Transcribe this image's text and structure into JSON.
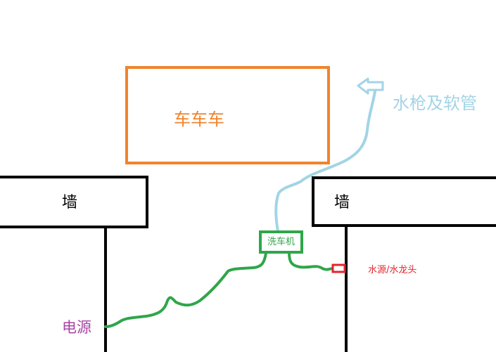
{
  "colors": {
    "car": "#f0842c",
    "hose": "#a3d4e6",
    "wall": "#000000",
    "washer": "#2fa64a",
    "cable": "#2fa64a",
    "water": "#e2242c",
    "power": "#a844a4"
  },
  "labels": {
    "car": "车车车",
    "hose": "水枪及软管",
    "wall_left": "墙",
    "wall_right": "墙",
    "washer": "洗车机",
    "water": "水源/水龙头",
    "power": "电源"
  },
  "icons": {
    "hose_nozzle": "hollow-arrow-left-icon",
    "water_tap": "red-rectangle-icon"
  }
}
